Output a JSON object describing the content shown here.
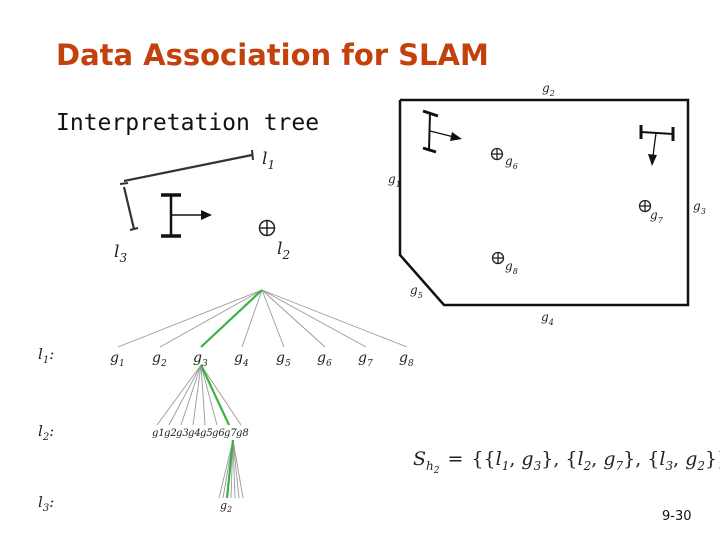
{
  "title": "Data Association for SLAM",
  "subtitle": "Interpretation tree",
  "page_number": "9-30",
  "landmarks": [
    {
      "name": "l",
      "sub": "1"
    },
    {
      "name": "l",
      "sub": "2"
    },
    {
      "name": "l",
      "sub": "3"
    }
  ],
  "map_features": [
    {
      "name": "g",
      "sub": "1"
    },
    {
      "name": "g",
      "sub": "2"
    },
    {
      "name": "g",
      "sub": "3"
    },
    {
      "name": "g",
      "sub": "4"
    },
    {
      "name": "g",
      "sub": "5"
    },
    {
      "name": "g",
      "sub": "6"
    },
    {
      "name": "g",
      "sub": "7"
    },
    {
      "name": "g",
      "sub": "8"
    }
  ],
  "tree_levels": [
    {
      "name": "l",
      "sub": "1",
      "suffix": ":"
    },
    {
      "name": "l",
      "sub": "2",
      "suffix": ":"
    },
    {
      "name": "l",
      "sub": "3",
      "suffix": ":"
    }
  ],
  "tree_level2_labels": [
    "g1",
    "g2",
    "g3",
    "g4",
    "g5",
    "g6",
    "g7",
    "g8"
  ],
  "tree_level3_label": {
    "name": "g",
    "sub": "2"
  },
  "hypothesis": {
    "lhs": "S",
    "lhs_sub": "h",
    "lhs_subsub": "2",
    "equals": "=",
    "pairs": [
      {
        "l": "l",
        "l_sub": "1",
        "g": "g",
        "g_sub": "3"
      },
      {
        "l": "l",
        "l_sub": "2",
        "g": "g",
        "g_sub": "7"
      },
      {
        "l": "l",
        "l_sub": "3",
        "g": "g",
        "g_sub": "2"
      }
    ]
  },
  "colors": {
    "title": "#c2410c",
    "selected_path": "#3cb33c",
    "branch": "#9a9a9a"
  }
}
